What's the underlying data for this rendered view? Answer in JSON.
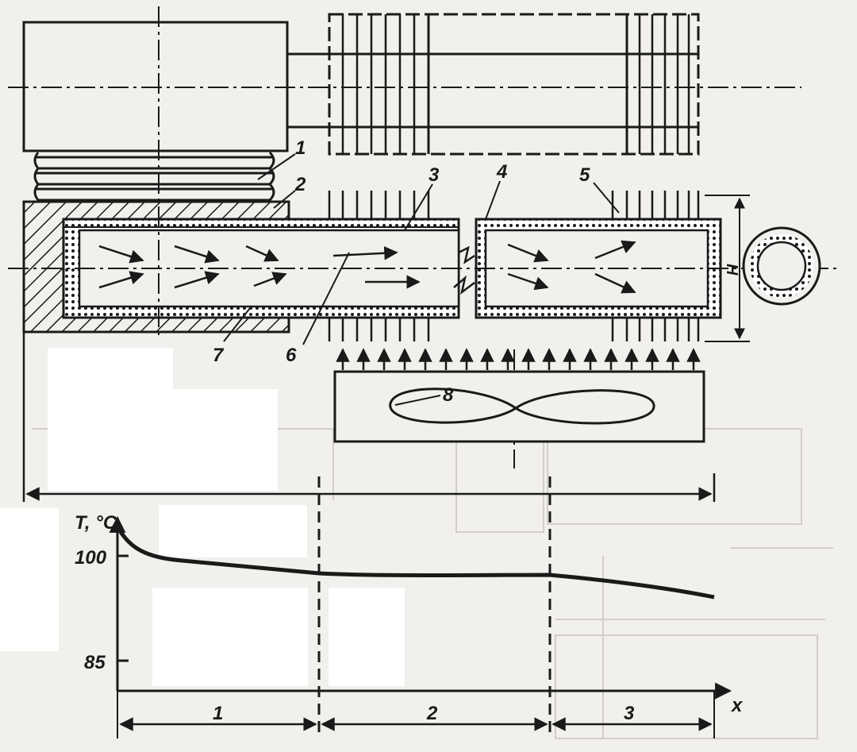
{
  "labels": {
    "p1": "1",
    "p2": "2",
    "p3": "3",
    "p4": "4",
    "p5": "5",
    "p6": "6",
    "p7": "7",
    "p8": "8",
    "h": "H"
  },
  "graph": {
    "y_axis_label": "T, °C",
    "x_axis_label": "x",
    "tick_100": "100",
    "tick_85": "85",
    "zone_1": "1",
    "zone_2": "2",
    "zone_3": "3"
  },
  "colors": {
    "ink": "#1a1a1a",
    "paper": "#f2f0ec",
    "mask": "#ffffff"
  }
}
